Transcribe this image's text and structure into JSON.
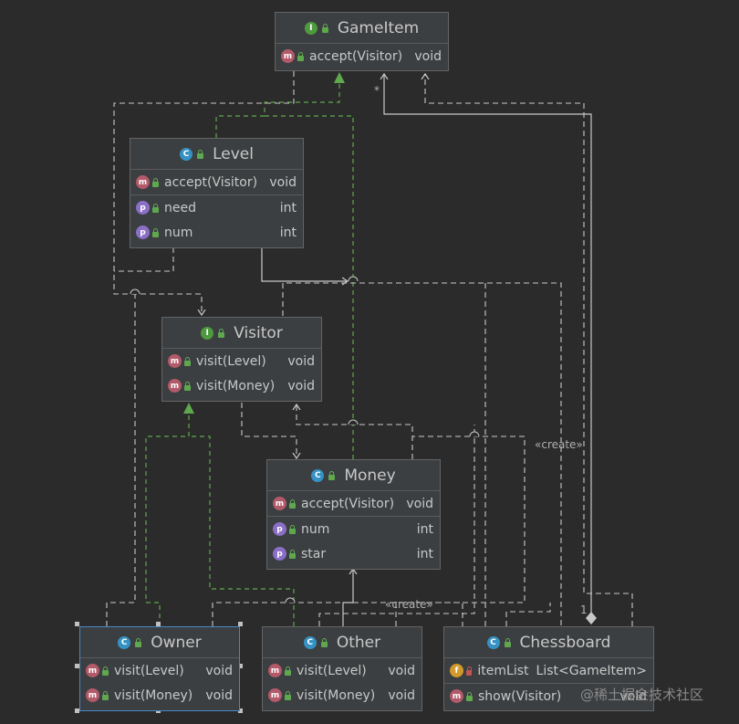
{
  "classes": {
    "gameitem": {
      "name": "GameItem",
      "kind": "I",
      "methods": [
        {
          "name": "accept(Visitor)",
          "type": "void"
        }
      ]
    },
    "level": {
      "name": "Level",
      "kind": "C",
      "methods": [
        {
          "name": "accept(Visitor)",
          "type": "void"
        }
      ],
      "properties": [
        {
          "name": "need",
          "type": "int"
        },
        {
          "name": "num",
          "type": "int"
        }
      ]
    },
    "visitor": {
      "name": "Visitor",
      "kind": "I",
      "methods": [
        {
          "name": "visit(Level)",
          "type": "void"
        },
        {
          "name": "visit(Money)",
          "type": "void"
        }
      ]
    },
    "money": {
      "name": "Money",
      "kind": "C",
      "methods": [
        {
          "name": "accept(Visitor)",
          "type": "void"
        }
      ],
      "properties": [
        {
          "name": "num",
          "type": "int"
        },
        {
          "name": "star",
          "type": "int"
        }
      ]
    },
    "owner": {
      "name": "Owner",
      "kind": "C",
      "methods": [
        {
          "name": "visit(Level)",
          "type": "void"
        },
        {
          "name": "visit(Money)",
          "type": "void"
        }
      ]
    },
    "other": {
      "name": "Other",
      "kind": "C",
      "methods": [
        {
          "name": "visit(Level)",
          "type": "void"
        },
        {
          "name": "visit(Money)",
          "type": "void"
        }
      ]
    },
    "chessboard": {
      "name": "Chessboard",
      "kind": "C",
      "fields": [
        {
          "name": "itemList",
          "type": "List<GameItem>",
          "badge": "f"
        }
      ],
      "methods": [
        {
          "name": "show(Visitor)",
          "type": "void"
        }
      ]
    }
  },
  "badges": {
    "method": "m",
    "property": "p"
  },
  "edge_labels": {
    "create_chessboard": "«create»",
    "create_other": "«create»",
    "multiplicity_star": "*",
    "multiplicity_one": "1"
  },
  "watermark": "@稀土掘金技术社区",
  "colors": {
    "background": "#2b2b2b",
    "box": "#3c3f41",
    "realization": "#5fa84f",
    "dependency": "#c8c8c8",
    "selection": "#4a88c7"
  }
}
